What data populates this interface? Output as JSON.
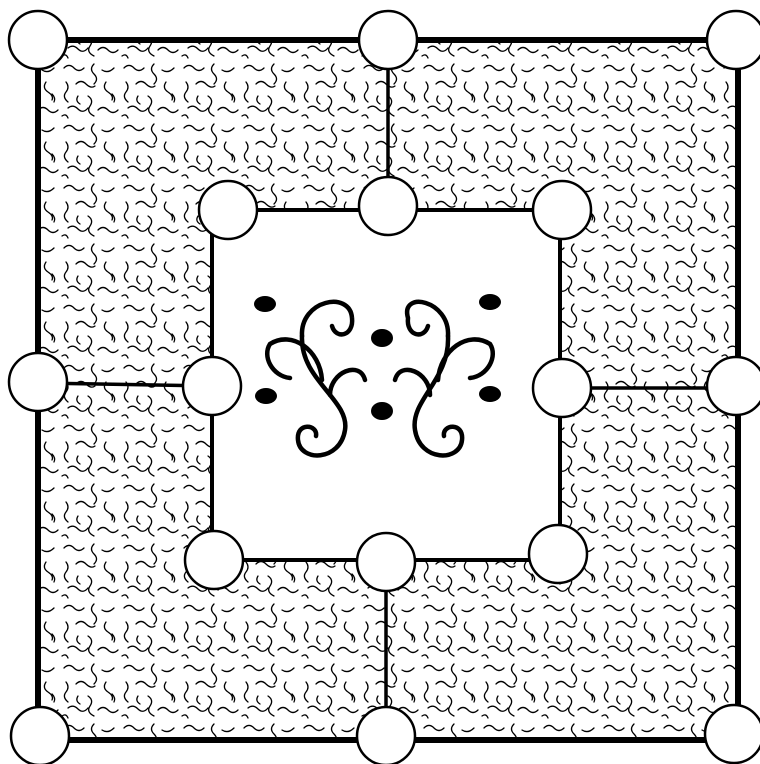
{
  "board": {
    "colors": {
      "line": "#000000",
      "node_fill": "#ffffff",
      "background": "#ffffff",
      "texture": "#000000"
    },
    "texture": "squiggle-pattern",
    "center_motif": "ornamental-swirl-icon",
    "points": [
      {
        "id": "outer-top-left",
        "ring": "outer"
      },
      {
        "id": "outer-top-mid",
        "ring": "outer"
      },
      {
        "id": "outer-top-right",
        "ring": "outer"
      },
      {
        "id": "outer-mid-left",
        "ring": "outer"
      },
      {
        "id": "outer-mid-right",
        "ring": "outer"
      },
      {
        "id": "outer-bottom-left",
        "ring": "outer"
      },
      {
        "id": "outer-bottom-mid",
        "ring": "outer"
      },
      {
        "id": "outer-bottom-right",
        "ring": "outer"
      },
      {
        "id": "inner-top-left",
        "ring": "inner"
      },
      {
        "id": "inner-top-mid",
        "ring": "inner"
      },
      {
        "id": "inner-top-right",
        "ring": "inner"
      },
      {
        "id": "inner-mid-left",
        "ring": "inner"
      },
      {
        "id": "inner-mid-right",
        "ring": "inner"
      },
      {
        "id": "inner-bottom-left",
        "ring": "inner"
      },
      {
        "id": "inner-bottom-mid",
        "ring": "inner"
      },
      {
        "id": "inner-bottom-right",
        "ring": "inner"
      }
    ]
  }
}
